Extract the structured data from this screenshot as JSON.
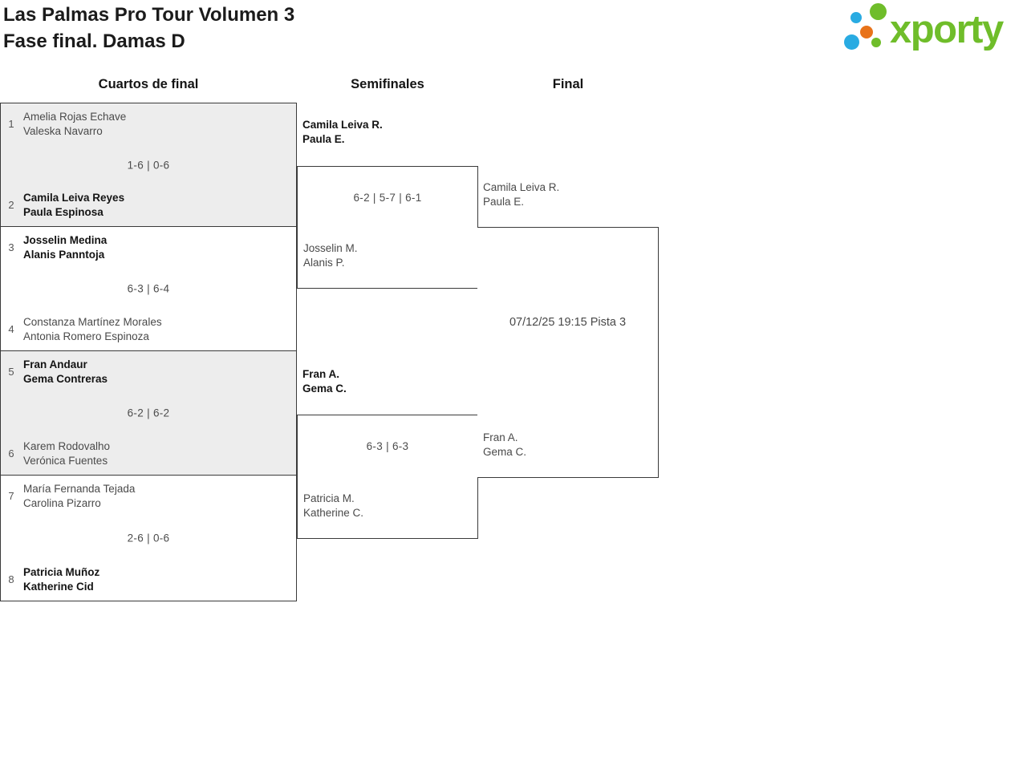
{
  "header": {
    "title_line1": "Las Palmas Pro Tour Volumen 3",
    "title_line2": "Fase final. Damas D",
    "logo": {
      "text": "xporty"
    }
  },
  "round_headers": {
    "quarterfinals": "Cuartos de final",
    "semifinals": "Semifinales",
    "final": "Final"
  },
  "colors": {
    "logo_green": "#6fbd2a",
    "logo_blue": "#29abe2",
    "logo_orange": "#e8731a",
    "shaded_box": "#ededed",
    "border": "#3a3a3a",
    "winner_text": "#141414",
    "muted_text": "#4a4a4a"
  },
  "quarterfinals": [
    {
      "seed_top": "1",
      "team_top": [
        "Amelia Rojas Echave",
        "Valeska Navarro"
      ],
      "top_winner": false,
      "score": "1-6 | 0-6",
      "seed_bottom": "2",
      "team_bottom": [
        "Camila Leiva Reyes",
        "Paula Espinosa"
      ],
      "bottom_winner": true,
      "shaded": true
    },
    {
      "seed_top": "3",
      "team_top": [
        "Josselin Medina",
        "Alanis Panntoja"
      ],
      "top_winner": true,
      "score": "6-3 | 6-4",
      "seed_bottom": "4",
      "team_bottom": [
        "Constanza Martínez Morales",
        "Antonia Romero Espinoza"
      ],
      "bottom_winner": false,
      "shaded": false
    },
    {
      "seed_top": "5",
      "team_top": [
        "Fran Andaur",
        "Gema Contreras"
      ],
      "top_winner": true,
      "score": "6-2 | 6-2",
      "seed_bottom": "6",
      "team_bottom": [
        "Karem Rodovalho",
        "Verónica Fuentes"
      ],
      "bottom_winner": false,
      "shaded": true
    },
    {
      "seed_top": "7",
      "team_top": [
        "María Fernanda Tejada",
        "Carolina Pizarro"
      ],
      "top_winner": false,
      "score": "2-6 | 0-6",
      "seed_bottom": "8",
      "team_bottom": [
        "Patricia Muñoz",
        "Katherine Cid"
      ],
      "bottom_winner": true,
      "shaded": false
    }
  ],
  "semifinals": [
    {
      "team_top": [
        "Camila Leiva R.",
        "Paula E."
      ],
      "top_winner": true,
      "score": "6-2 | 5-7 | 6-1",
      "team_bottom": [
        "Josselin M.",
        "Alanis P."
      ],
      "bottom_winner": false
    },
    {
      "team_top": [
        "Fran A.",
        "Gema C."
      ],
      "top_winner": true,
      "score": "6-3 | 6-3",
      "team_bottom": [
        "Patricia M.",
        "Katherine C."
      ],
      "bottom_winner": false
    }
  ],
  "final": {
    "team_top": [
      "Camila Leiva R.",
      "Paula E."
    ],
    "schedule": "07/12/25 19:15 Pista 3",
    "team_bottom": [
      "Fran A.",
      "Gema C."
    ]
  }
}
